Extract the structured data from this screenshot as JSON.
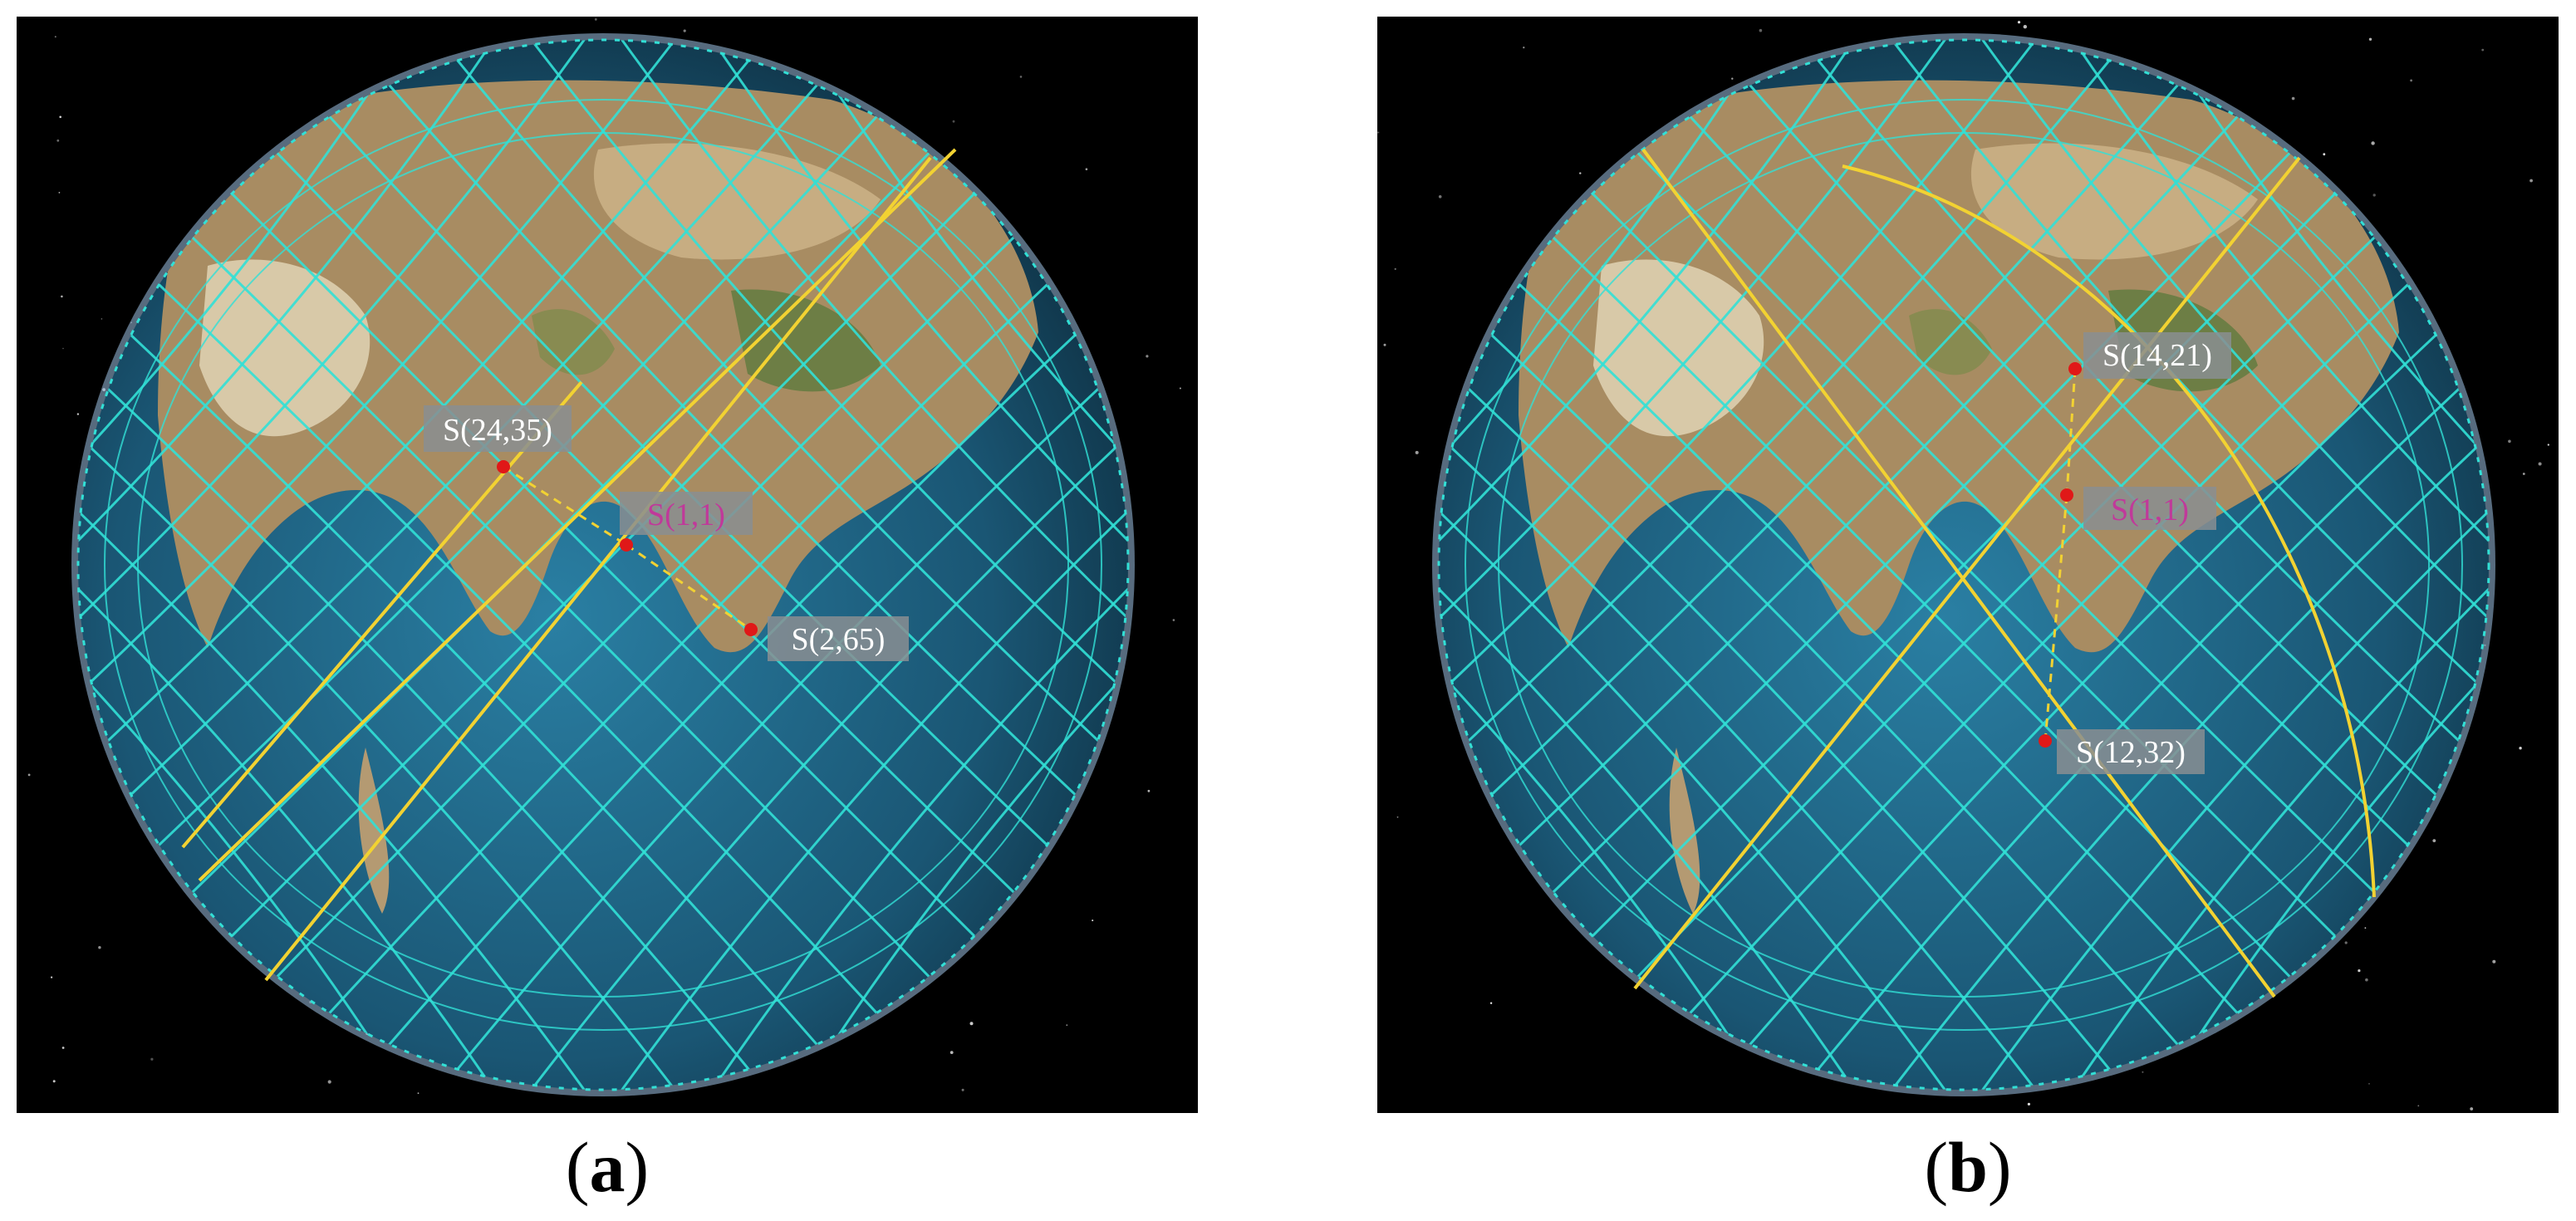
{
  "panels": [
    {
      "id": "a",
      "caption": {
        "open": "(",
        "letter": "a",
        "close": ")"
      },
      "satellites": [
        {
          "label": "S(24,35)",
          "highlight": false
        },
        {
          "label": "S(1,1)",
          "highlight": true
        },
        {
          "label": "S(2,65)",
          "highlight": false
        }
      ]
    },
    {
      "id": "b",
      "caption": {
        "open": "(",
        "letter": "b",
        "close": ")"
      },
      "satellites": [
        {
          "label": "S(14,21)",
          "highlight": false
        },
        {
          "label": "S(1,1)",
          "highlight": true
        },
        {
          "label": "S(12,32)",
          "highlight": false
        }
      ]
    }
  ],
  "colors": {
    "space": "#000000",
    "ocean": "#1d5a7a",
    "land": "#b49a72",
    "orbit": "#32e0d6",
    "highlight_orbit": "#f2d232",
    "satellite_dot": "#e01818",
    "label_box": "#8a8e92",
    "label_text": "#ffffff",
    "highlight_label_text": "#c0399a"
  }
}
